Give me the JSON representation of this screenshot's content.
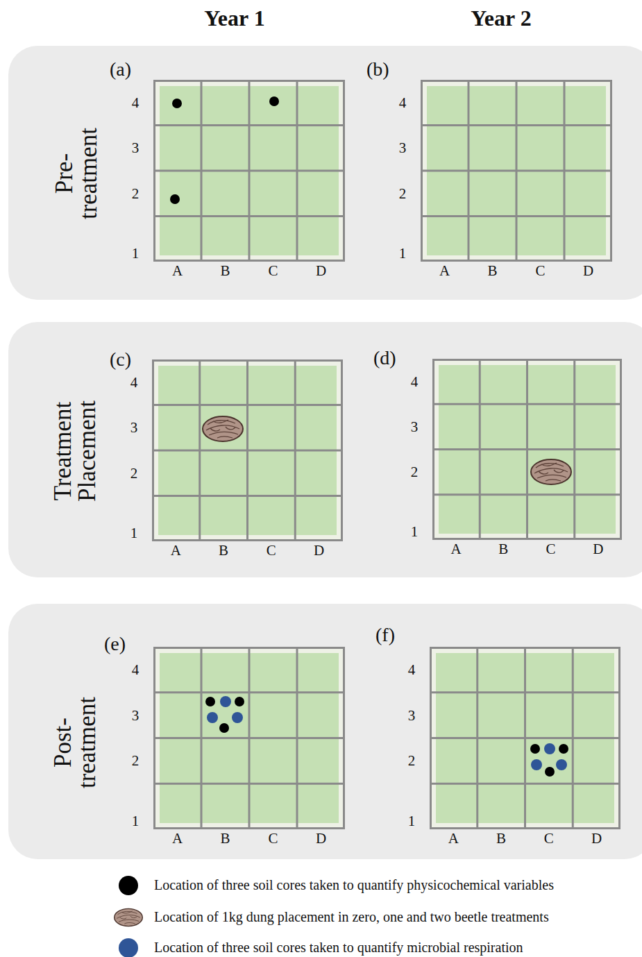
{
  "diagram": {
    "nodes": [
      {
        "text": [
          "Pre-treatment"
        ]
      },
      {
        "text": [
          "(a)"
        ],
        "in": 0
      },
      {
        "text": [
          "(b)"
        ],
        "in": 0
      },
      {
        "text": [
          "Treatment Placement"
        ]
      },
      {
        "text": [
          "(c)"
        ],
        "in": 3
      },
      {
        "text": [
          "(d)"
        ],
        "in": 3
      },
      {
        "text": [
          "Post-treatment"
        ]
      },
      {
        "text": [
          "(e)"
        ],
        "in": 6
      },
      {
        "text": [
          "(f)"
        ],
        "in": 6
      }
    ],
    "labels": [
      "Year 1",
      "Year 2",
      "4",
      "3",
      "2",
      "1",
      "A",
      "B",
      "C",
      "D",
      "4",
      "3",
      "2",
      "1",
      "A",
      "B",
      "C",
      "D",
      "4",
      "3",
      "2",
      "1",
      "A",
      "B",
      "C",
      "D",
      "4",
      "3",
      "2",
      "1",
      "A",
      "B",
      "C",
      "D",
      "4",
      "3",
      "2",
      "1",
      "A",
      "B",
      "C",
      "D",
      "4",
      "3",
      "2",
      "1",
      "A",
      "B",
      "C",
      "D"
    ],
    "legend": [
      {
        "text": "Location of three soil cores taken to quantify physicochemical variables",
        "color": "#000000"
      },
      {
        "text": "Location of 1kg dung placement in zero, one and two beetle treatments"
      },
      {
        "text": "Location of three soil cores taken to quantify microbial respiration",
        "color": "#2f5597"
      }
    ]
  }
}
